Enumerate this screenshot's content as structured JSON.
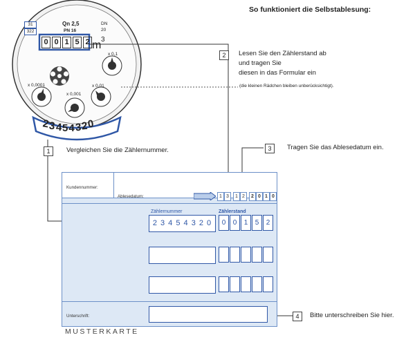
{
  "title": "So funktioniert die Selbstablesung:",
  "meter": {
    "box_a": "31",
    "box_b": "322",
    "qn": "Qn 2,5",
    "pn": "PN 16",
    "dn_label": "DN",
    "dn_value": "20",
    "reading_digits": [
      "0",
      "0",
      "1",
      "5",
      "2"
    ],
    "unit": "m",
    "unit_exp": "3",
    "serial_digits": [
      "2",
      "3",
      "4",
      "5",
      "4",
      "3",
      "2",
      "0"
    ],
    "dial_labels": [
      "x 0,1",
      "x 0,01",
      "x 0,001",
      "x 0,0001"
    ]
  },
  "steps": {
    "s1": {
      "num": "1",
      "text": "Vergleichen Sie die Zählernummer."
    },
    "s2": {
      "num": "2",
      "line1": "Lesen Sie den Zählerstand ab",
      "line2": "und tragen Sie",
      "line3": "diesen in das Formular ein",
      "hint": "(die kleinen Rädchen bleiben unberücksichtigt)."
    },
    "s3": {
      "num": "3",
      "text": "Tragen Sie das Ablesedatum ein."
    },
    "s4": {
      "num": "4",
      "text": "Bitte unterschreiben Sie hier."
    }
  },
  "card": {
    "kundennummer_label": "Kundennummer:",
    "ablesedatum_label": "Ablesedatum:",
    "date_cells": [
      "1",
      "3",
      "1",
      "2",
      "2",
      "0",
      "1",
      "0"
    ],
    "zaehlernummer_label": "Zählernummer",
    "zaehlerstand_label": "Zählerstand",
    "zaehlernummer_value": "2 3 4 5 4 3 2 0",
    "zaehlerstand_cells": [
      "0",
      "0",
      "1",
      "5",
      "2"
    ],
    "unterschrift_label": "Unterschrift:"
  },
  "footer": "MUSTERKARTE",
  "colors": {
    "accent": "#2f57a6",
    "card_bg": "#dde8f5",
    "arrow_fill": "#b9cdea"
  }
}
